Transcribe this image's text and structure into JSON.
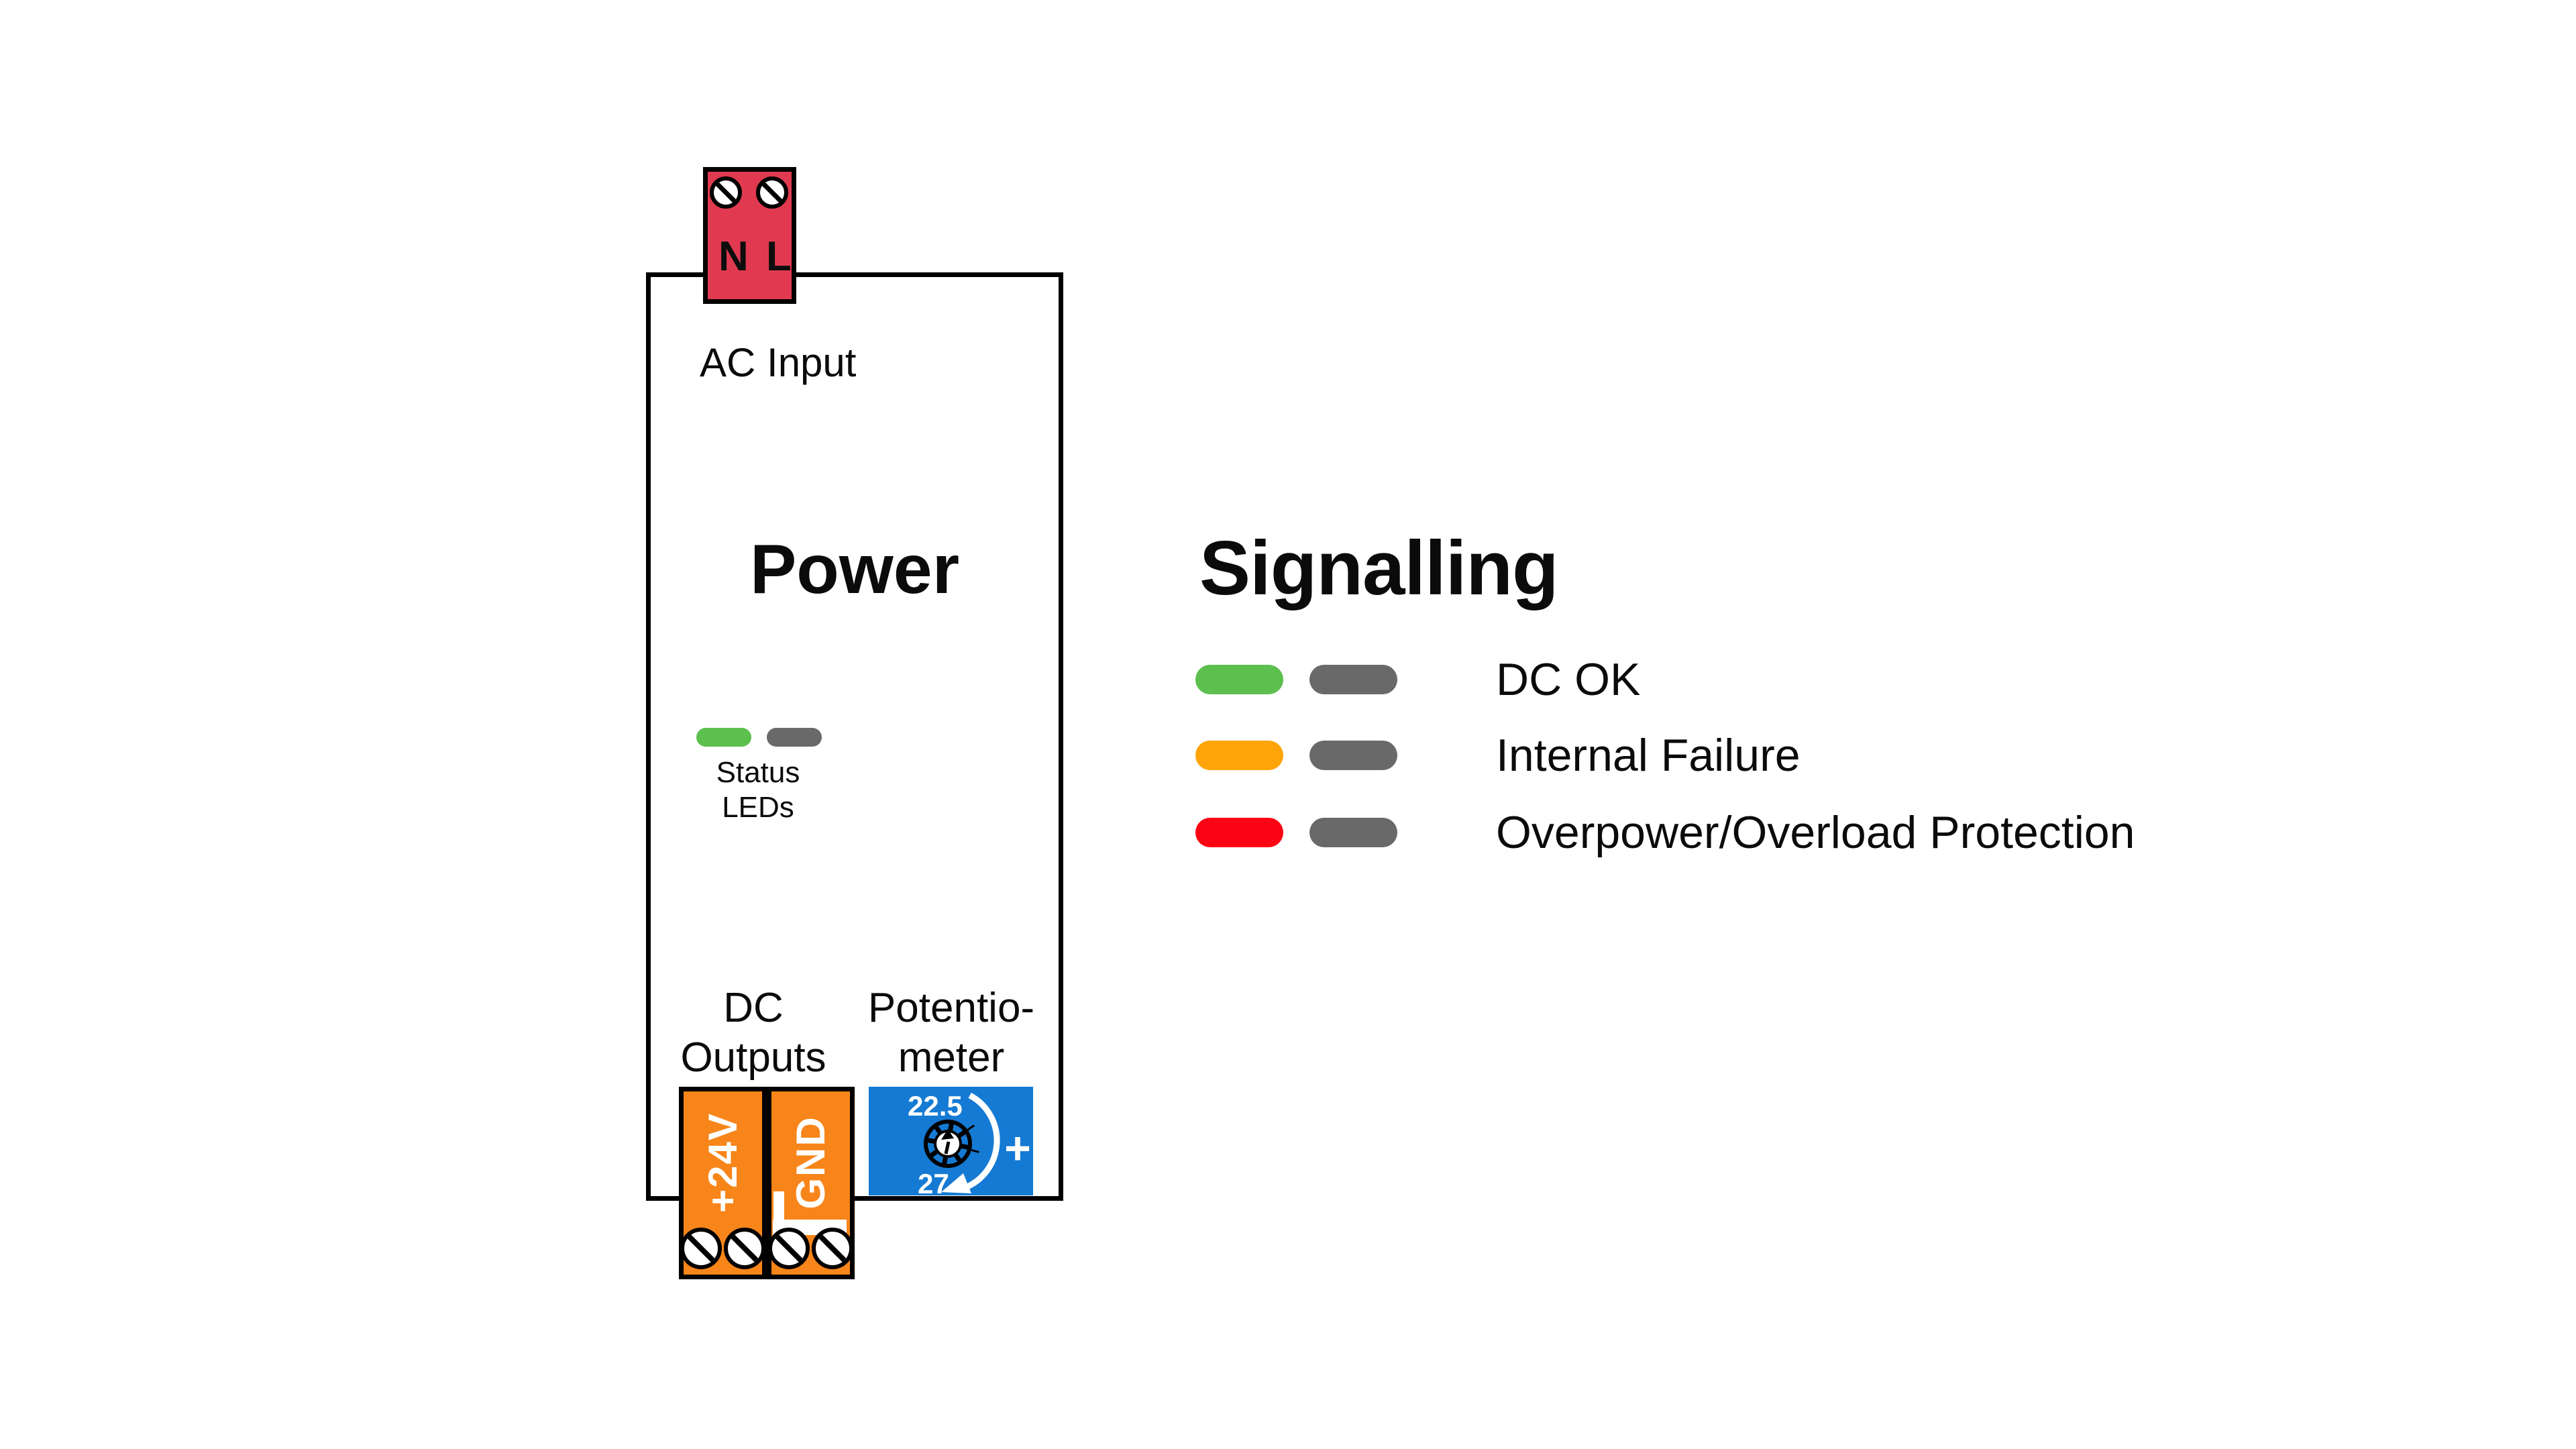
{
  "colors": {
    "outline": "#000000",
    "ac_connector_red": "#e13a50",
    "dc_connector_orange": "#f7851a",
    "potentiometer_blue": "#157ad3",
    "led_green": "#5cbf4e",
    "led_gray": "#696969",
    "led_orange": "#ffa408",
    "led_red": "#fb0413"
  },
  "device": {
    "title": "Power",
    "ac_input": {
      "label": "AC Input",
      "terminal_neutral": "N",
      "terminal_line": "L"
    },
    "status_leds": {
      "line1": "Status",
      "line2": "LEDs"
    },
    "dc_outputs": {
      "label_line1": "DC",
      "label_line2": "Outputs",
      "terminal_positive": "+24V",
      "terminal_ground": "GND"
    },
    "potentiometer": {
      "label_line1": "Potentio-",
      "label_line2": "meter",
      "value_max": "22.5",
      "value_min": "27",
      "increase_symbol": "+"
    }
  },
  "legend": {
    "title": "Signalling",
    "off_color": "#696969",
    "items": [
      {
        "color": "#5cbf4e",
        "label": "DC OK"
      },
      {
        "color": "#ffa408",
        "label": "Internal Failure"
      },
      {
        "color": "#fb0413",
        "label": "Overpower/Overload Protection"
      }
    ]
  }
}
